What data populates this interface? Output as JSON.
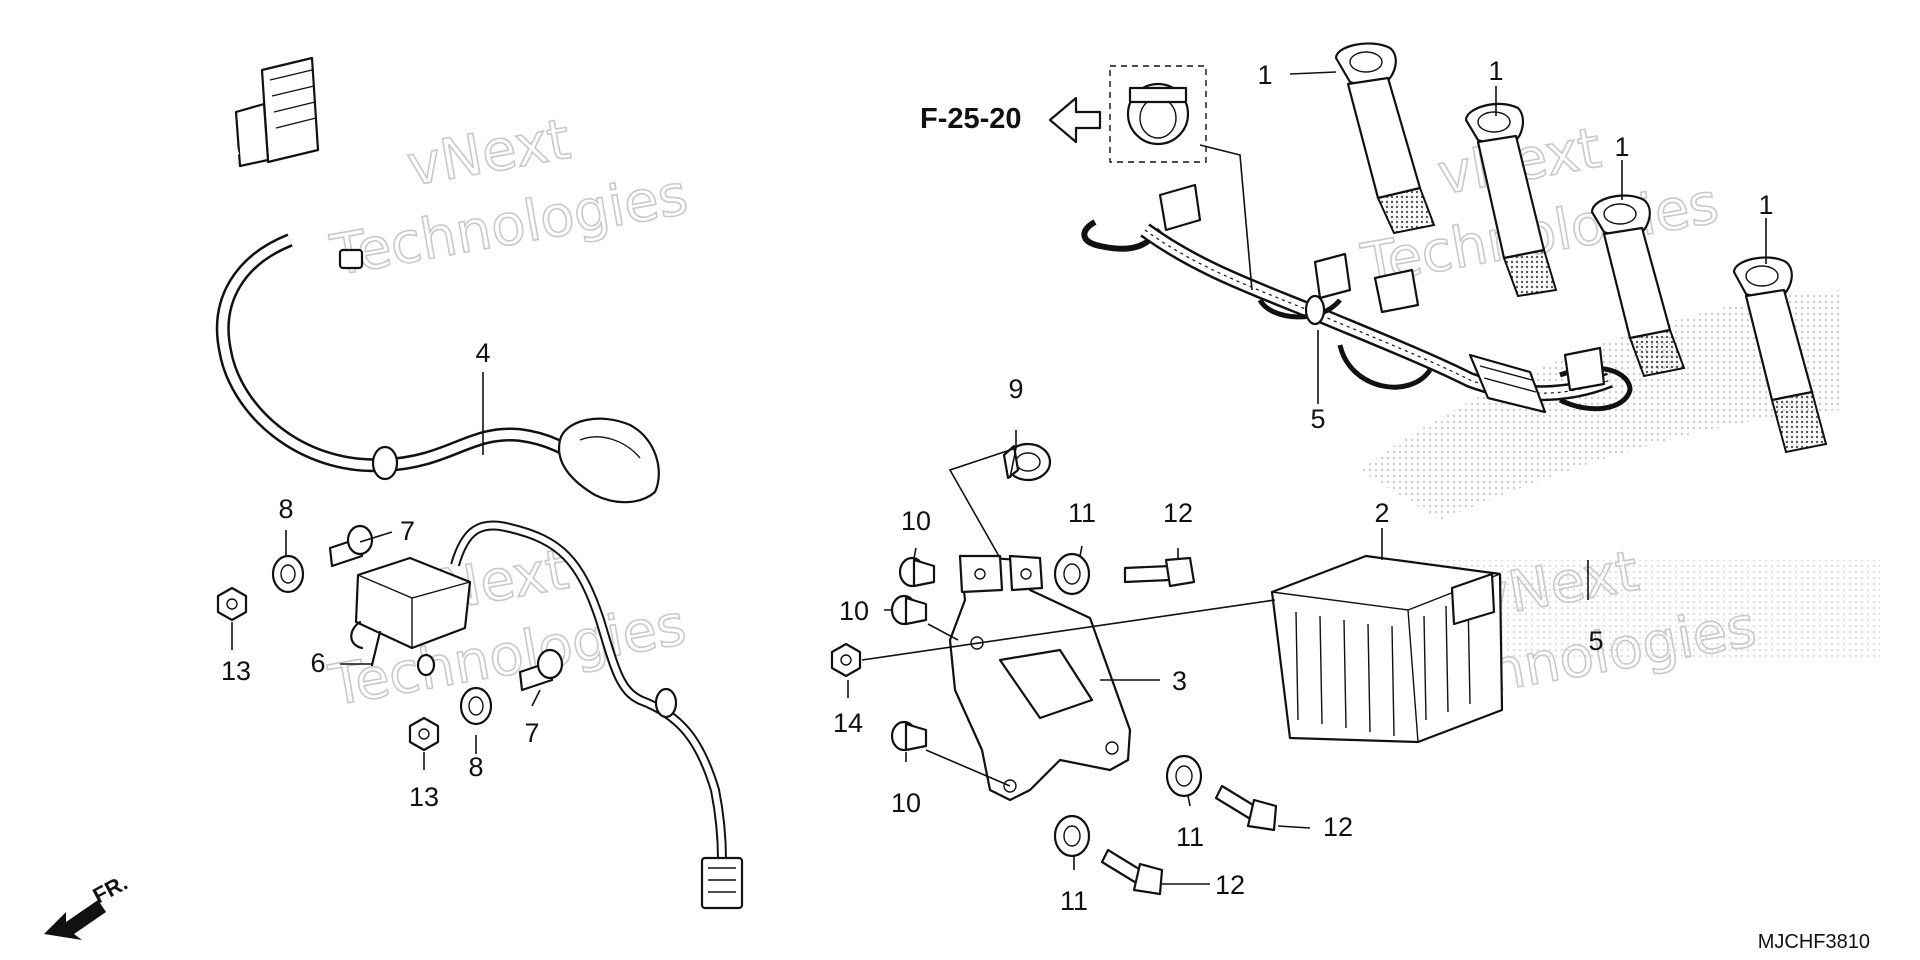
{
  "reference": {
    "label": "F-25-20"
  },
  "drawing_code": "MJCHF3810",
  "front_marker": "FR.",
  "watermark": {
    "line1": "vNext",
    "line2": "Technologies"
  },
  "callouts": [
    {
      "id": "c1a",
      "part": "1"
    },
    {
      "id": "c1b",
      "part": "1"
    },
    {
      "id": "c1c",
      "part": "1"
    },
    {
      "id": "c1d",
      "part": "1"
    },
    {
      "id": "c2",
      "part": "2"
    },
    {
      "id": "c3",
      "part": "3"
    },
    {
      "id": "c4",
      "part": "4"
    },
    {
      "id": "c5a",
      "part": "5"
    },
    {
      "id": "c5b",
      "part": "5"
    },
    {
      "id": "c6",
      "part": "6"
    },
    {
      "id": "c7a",
      "part": "7"
    },
    {
      "id": "c7b",
      "part": "7"
    },
    {
      "id": "c8a",
      "part": "8"
    },
    {
      "id": "c8b",
      "part": "8"
    },
    {
      "id": "c9",
      "part": "9"
    },
    {
      "id": "c10a",
      "part": "10"
    },
    {
      "id": "c10b",
      "part": "10"
    },
    {
      "id": "c10c",
      "part": "10"
    },
    {
      "id": "c11a",
      "part": "11"
    },
    {
      "id": "c11b",
      "part": "11"
    },
    {
      "id": "c11c",
      "part": "11"
    },
    {
      "id": "c12a",
      "part": "12"
    },
    {
      "id": "c12b",
      "part": "12"
    },
    {
      "id": "c12c",
      "part": "12"
    },
    {
      "id": "c13a",
      "part": "13"
    },
    {
      "id": "c13b",
      "part": "13"
    },
    {
      "id": "c14",
      "part": "14"
    }
  ]
}
